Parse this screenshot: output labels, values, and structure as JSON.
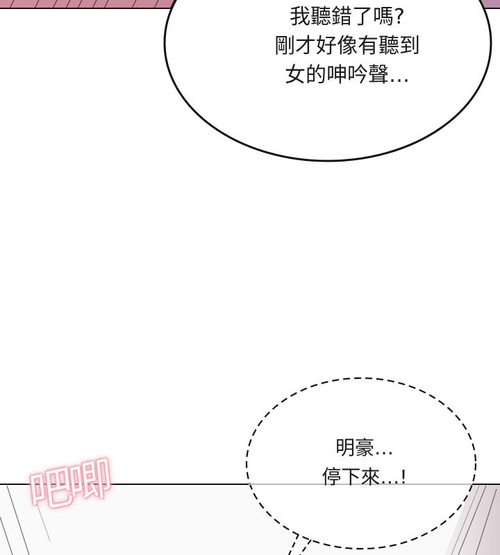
{
  "comic": {
    "panels": [
      {
        "id": "panel-top",
        "bubble": {
          "style": "solid-oval",
          "lines": [
            "我聽錯了嗎?",
            "剛才好像有聽到",
            "女的呻吟聲…"
          ]
        }
      },
      {
        "id": "panel-bottom",
        "sound_effect": "吧唧",
        "bubble": {
          "style": "dashed-oval",
          "lines": [
            "明豪…",
            "停下來…!"
          ]
        }
      }
    ],
    "colors": {
      "top_strip_left": "#c98a9c",
      "top_strip_right": "#b98ea8",
      "sfx_glow": "#ee8f9c",
      "panel_border": "#111111",
      "background": "#ffffff"
    }
  }
}
